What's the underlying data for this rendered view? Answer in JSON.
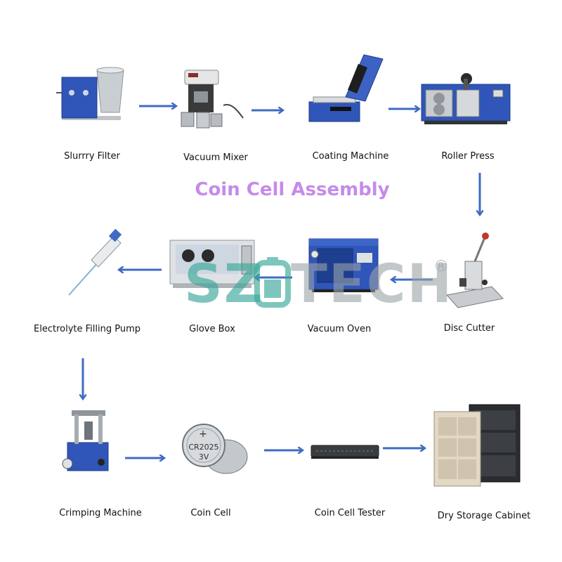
{
  "title": "Coin Cell Assembly",
  "watermark": {
    "left": "SZ",
    "right": "TECH",
    "registered": "®"
  },
  "colors": {
    "arrow": "#3f6bc4",
    "title": "#c58be9",
    "machine_blue": "#2f56b8",
    "watermark_teal": "#3aa89a",
    "watermark_grey": "#9aa2a8"
  },
  "steps": [
    {
      "id": "slurry-filter",
      "label": "Slurrry Filter"
    },
    {
      "id": "vacuum-mixer",
      "label": "Vacuum Mixer"
    },
    {
      "id": "coating-machine",
      "label": "Coating Machine"
    },
    {
      "id": "roller-press",
      "label": "Roller Press"
    },
    {
      "id": "disc-cutter",
      "label": "Disc Cutter"
    },
    {
      "id": "vacuum-oven",
      "label": "Vacuum Oven"
    },
    {
      "id": "glove-box",
      "label": "Glove Box"
    },
    {
      "id": "electrolyte-filling-pump",
      "label": "Electrolyte Filling Pump"
    },
    {
      "id": "crimping-machine",
      "label": "Crimping Machine"
    },
    {
      "id": "coin-cell",
      "label": "Coin Cell"
    },
    {
      "id": "coin-cell-tester",
      "label": "Coin Cell Tester"
    },
    {
      "id": "dry-storage-cabinet",
      "label": "Dry Storage Cabinet"
    }
  ],
  "coin_text": {
    "line1": "CR2025",
    "line2": "3V",
    "sign": "+"
  }
}
